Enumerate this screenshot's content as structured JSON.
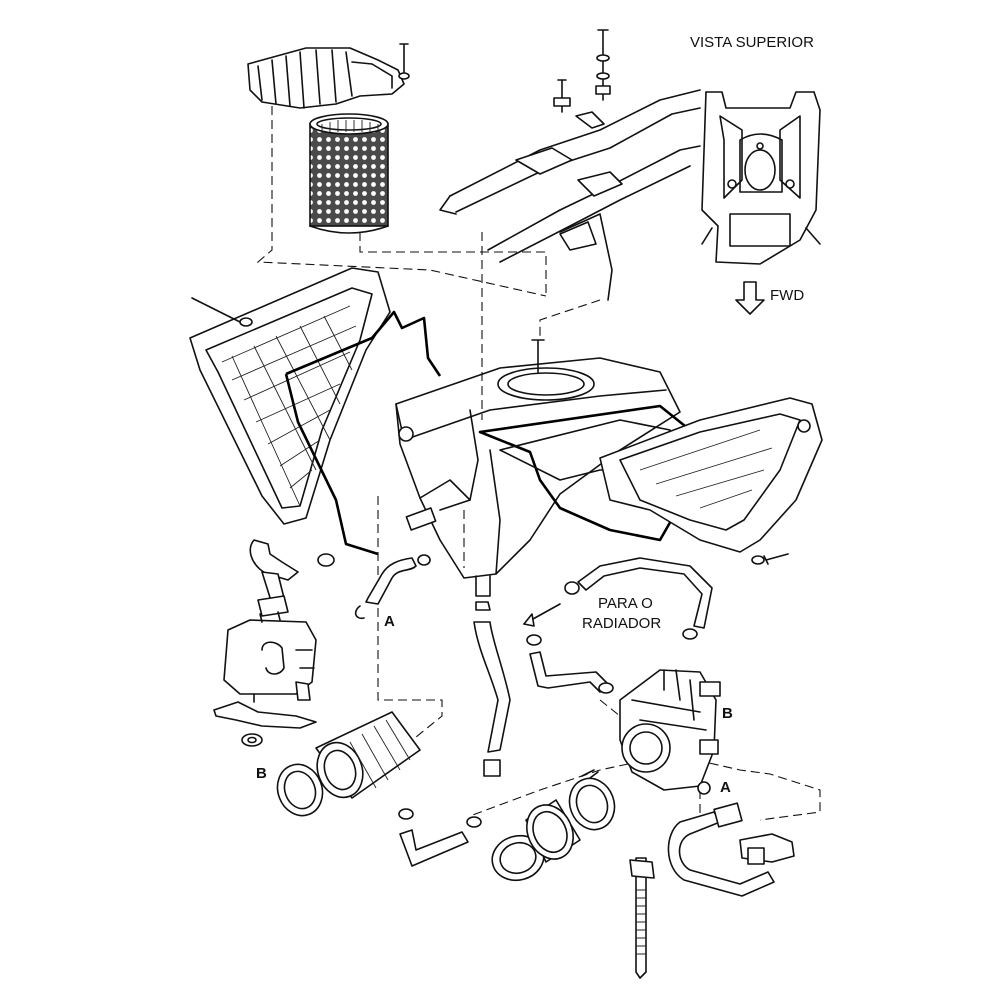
{
  "labels": {
    "top_view": "VISTA SUPERIOR",
    "forward": "FWD",
    "to_radiator_line1": "PARA O",
    "to_radiator_line2": "RADIADOR",
    "callout_a": "A",
    "callout_b": "B"
  },
  "colors": {
    "ink": "#111111",
    "background": "#ffffff",
    "filter_mesh": "#555555"
  }
}
